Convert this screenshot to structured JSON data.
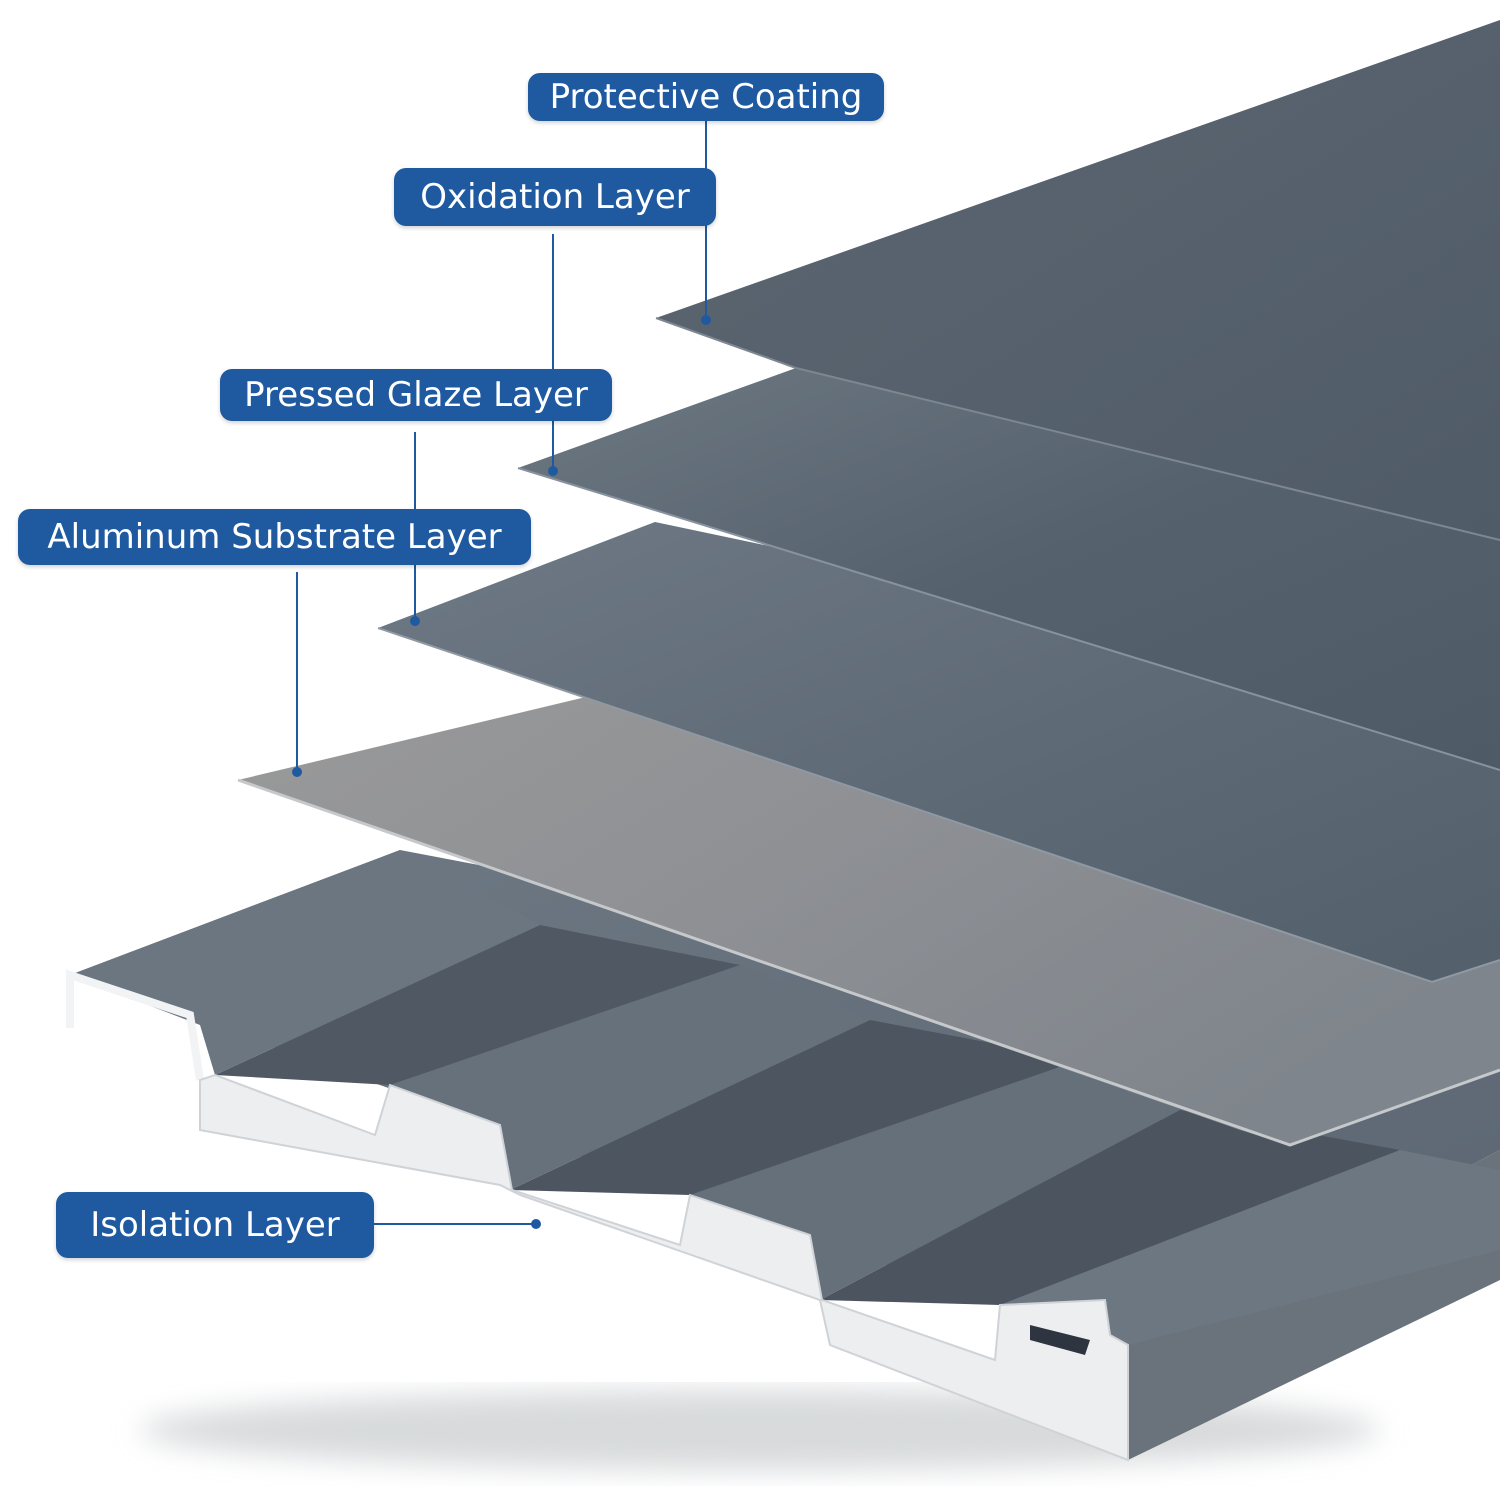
{
  "labels": {
    "protective_coating": "Protective Coating",
    "oxidation_layer": "Oxidation Layer",
    "pressed_glaze_layer": "Pressed Glaze Layer",
    "aluminum_substrate_layer": "Aluminum Substrate Layer",
    "isolation_layer": "Isolation Layer"
  },
  "colors": {
    "label_bg": "#1f5aa0",
    "label_text": "#ffffff",
    "leader_line": "#1f5aa0",
    "sheet_dark": "#5d6975",
    "sheet_mid": "#6a7682",
    "sheet_light": "#8c9094",
    "isolation_white": "#e9ecef"
  }
}
